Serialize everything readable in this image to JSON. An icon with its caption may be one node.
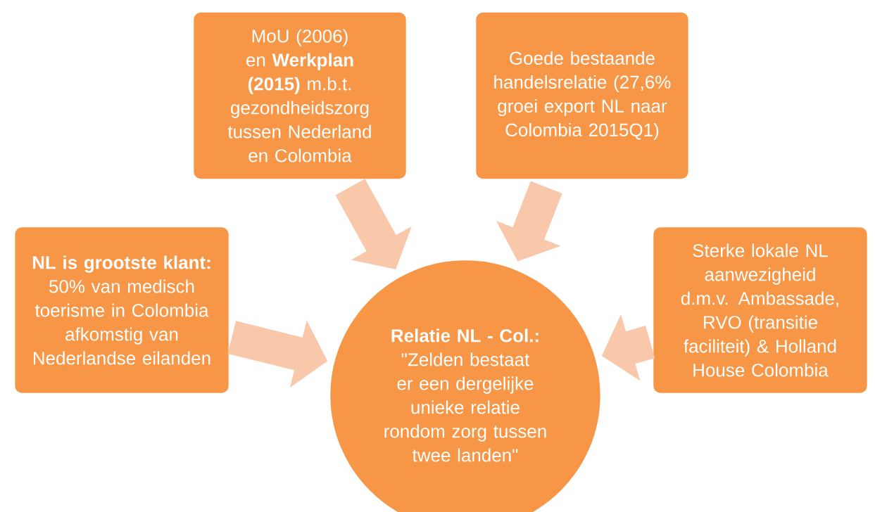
{
  "diagram": {
    "nodes": [
      {
        "text": [
          "NL is grootste klant:",
          "50% van medisch toerisme in Colombia afkomstig van Nederlandse eilanden"
        ]
      },
      {
        "text": [
          "MoU (2006) en **Werkplan (2015)** m.b.t. gezondheidszorg tussen Nederland en Colombia"
        ]
      },
      {
        "text": [
          "Goede bestaande handelsrelatie (27,6% groei export NL naar Colombia 2015Q1)"
        ]
      },
      {
        "text": [
          "Sterke lokale NL aanwezigheid d.m.v. Ambassade, RVO (transitie faciliteit) & Holland House Colombia"
        ]
      },
      {
        "text": [
          "Relatie NL - Col.:",
          "\"Zelden bestaat er een dergelijke unieke relatie rondom zorg tussen twee landen\""
        ]
      }
    ],
    "edges": [
      {
        "from": 0,
        "to": 4,
        "arrow": "to"
      },
      {
        "from": 1,
        "to": 4,
        "arrow": "to"
      },
      {
        "from": 2,
        "to": 4,
        "arrow": "to"
      },
      {
        "from": 3,
        "to": 4,
        "arrow": "to"
      }
    ]
  }
}
